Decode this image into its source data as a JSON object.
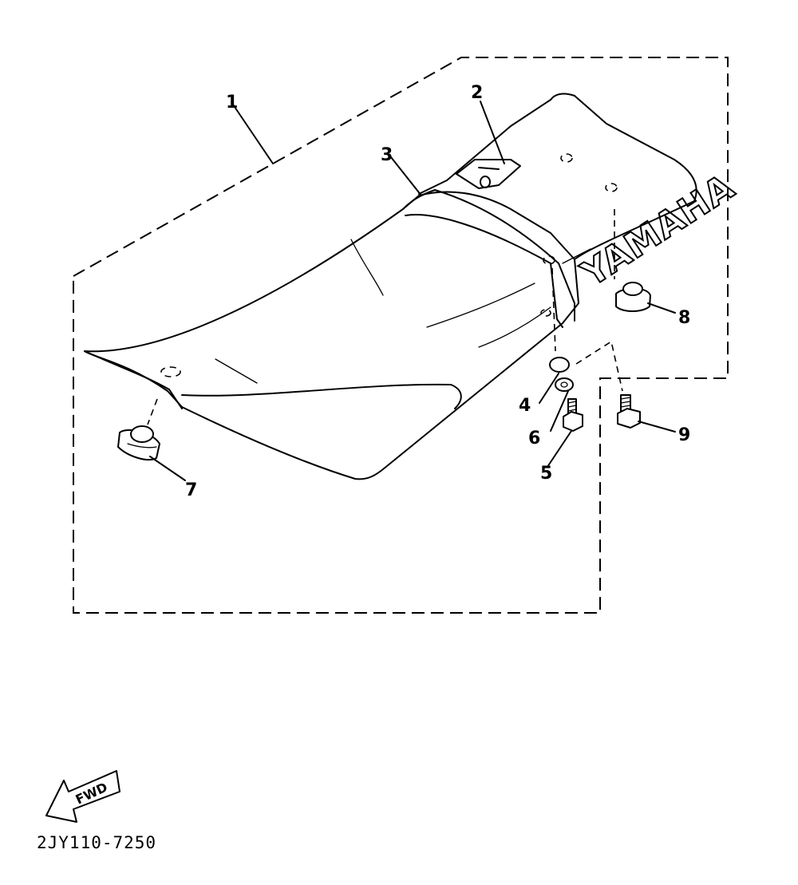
{
  "diagram": {
    "brand_text": "YAMAHA",
    "direction_text": "FWD",
    "drawing_code": "2JY110-7250",
    "callouts": [
      {
        "id": "1",
        "label": "1"
      },
      {
        "id": "2",
        "label": "2"
      },
      {
        "id": "3",
        "label": "3"
      },
      {
        "id": "4",
        "label": "4"
      },
      {
        "id": "5",
        "label": "5"
      },
      {
        "id": "6",
        "label": "6"
      },
      {
        "id": "7",
        "label": "7"
      },
      {
        "id": "8",
        "label": "8"
      },
      {
        "id": "9",
        "label": "9"
      }
    ]
  }
}
